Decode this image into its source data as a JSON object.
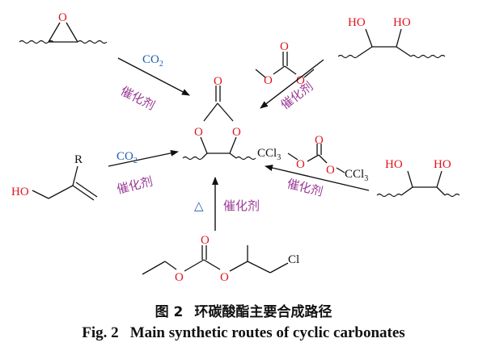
{
  "atoms": {
    "oxygen": "O",
    "hydroxyl": "HO",
    "hydroxyl_ho_left": "HO",
    "r_group": "R",
    "chlorine": "Cl",
    "ccl3_left": "CCl",
    "ccl3_left_sub": "3",
    "ccl3_right": "CCl",
    "ccl3_right_sub": "3"
  },
  "reagents": {
    "co2_top": "CO",
    "co2_top_sub": "2",
    "co2_mid": "CO",
    "co2_mid_sub": "2",
    "heat": "△"
  },
  "catalyst": {
    "label": "催化剂"
  },
  "caption": {
    "cn_number": "图 2",
    "cn_title": "环碳酸酯主要合成路径",
    "en_number": "Fig. 2",
    "en_title": "Main synthetic routes of cyclic carbonates"
  },
  "colors": {
    "atom": "#e0141c",
    "reagent": "#1f5bb0",
    "catalyst": "#9b3a96",
    "bond": "#111111"
  }
}
